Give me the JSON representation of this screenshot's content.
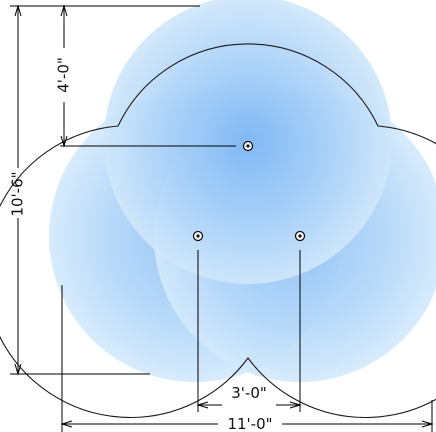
{
  "dimensions": {
    "vertical_total": "10'-6\"",
    "vertical_top": "4'-0\"",
    "horizontal_inner": "3'-0\"",
    "horizontal_total": "11'-0\""
  },
  "colors": {
    "fill_center": "#7fb8f5",
    "fill_edge": "#d6ebfc",
    "outline": "#1a1a1a",
    "line": "#000000"
  },
  "icons": {
    "sprinkler_head": "sprinkler-head-icon"
  }
}
